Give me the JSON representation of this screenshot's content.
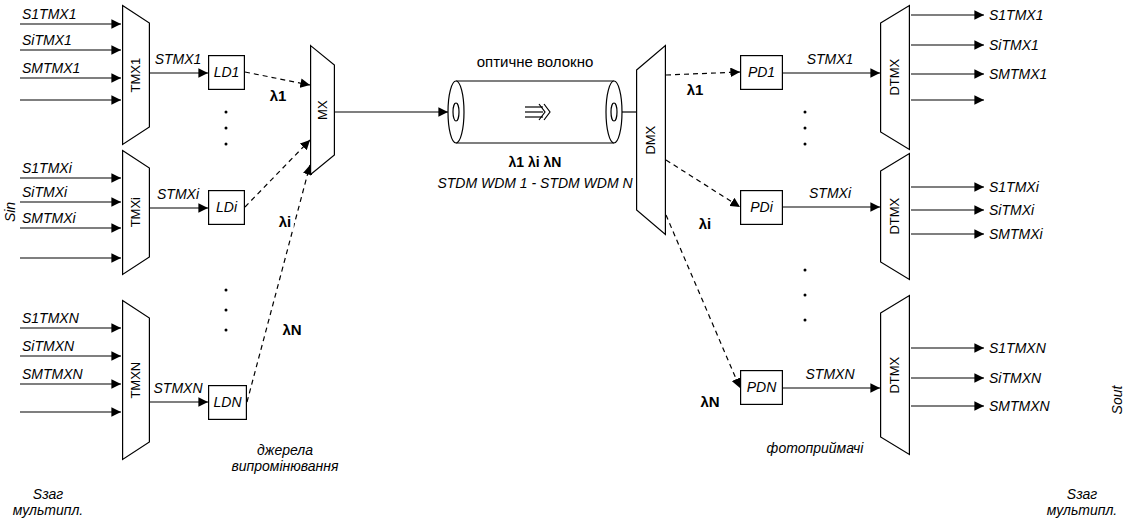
{
  "diagram": {
    "nodes": [
      {
        "text": [
          "TMX1"
        ]
      },
      {
        "text": [
          "TMXi"
        ]
      },
      {
        "text": [
          "TMXN"
        ]
      },
      {
        "text": [
          "LD1"
        ]
      },
      {
        "text": [
          "LDi"
        ]
      },
      {
        "text": [
          "LDN"
        ]
      },
      {
        "text": [
          "MX"
        ]
      },
      {
        "text": [
          "оптичне волокно"
        ]
      },
      {
        "text": [
          "DMX"
        ]
      },
      {
        "text": [
          "PD1"
        ]
      },
      {
        "text": [
          "PDi"
        ]
      },
      {
        "text": [
          "PDN"
        ]
      },
      {
        "text": [
          "DTMX"
        ]
      },
      {
        "text": [
          "DTMX"
        ]
      },
      {
        "text": [
          "DTMX"
        ]
      }
    ],
    "edges": [
      {
        "from": 0,
        "to": 3,
        "arrow": "to",
        "label": "STMX1"
      },
      {
        "from": 1,
        "to": 4,
        "arrow": "to",
        "label": "STMXi"
      },
      {
        "from": 2,
        "to": 5,
        "arrow": "to",
        "label": "STMXN"
      },
      {
        "from": 3,
        "to": 6,
        "arrow": "to",
        "label": "λ1"
      },
      {
        "from": 4,
        "to": 6,
        "arrow": "to",
        "label": "λi"
      },
      {
        "from": 5,
        "to": 6,
        "arrow": "to",
        "label": "λN"
      },
      {
        "from": 6,
        "to": 7,
        "arrow": "to"
      },
      {
        "from": 7,
        "to": 8,
        "arrow": "none"
      },
      {
        "from": 8,
        "to": 9,
        "arrow": "to",
        "label": "λ1"
      },
      {
        "from": 8,
        "to": 10,
        "arrow": "to",
        "label": "λi"
      },
      {
        "from": 8,
        "to": 11,
        "arrow": "to",
        "label": "λN"
      },
      {
        "from": 9,
        "to": 12,
        "arrow": "to",
        "label": "STMX1"
      },
      {
        "from": 10,
        "to": 13,
        "arrow": "to",
        "label": "STMXi"
      },
      {
        "from": 11,
        "to": 14,
        "arrow": "to",
        "label": "STMXN"
      }
    ],
    "labels": [
      "S1TMX1",
      "SiTMX1",
      "SMTMX1",
      "S1TMXi",
      "SiTMXi",
      "SMTMXi",
      "S1TMXN",
      "SiTMXN",
      "SMTMXN",
      "Sin",
      "джерела випромінювання",
      "Sзаг мультипл.",
      "S1TMX1",
      "SiTMX1",
      "SMTMX1",
      "S1TMXi",
      "SiTMXi",
      "SMTMXi",
      "S1TMXN",
      "SiTMXN",
      "SMTMXN",
      "Sout",
      "фотоприймачі",
      "Sзаг мультипл.",
      "λ1 λi λN",
      "STDM WDM 1 - STDM WDM N"
    ]
  }
}
